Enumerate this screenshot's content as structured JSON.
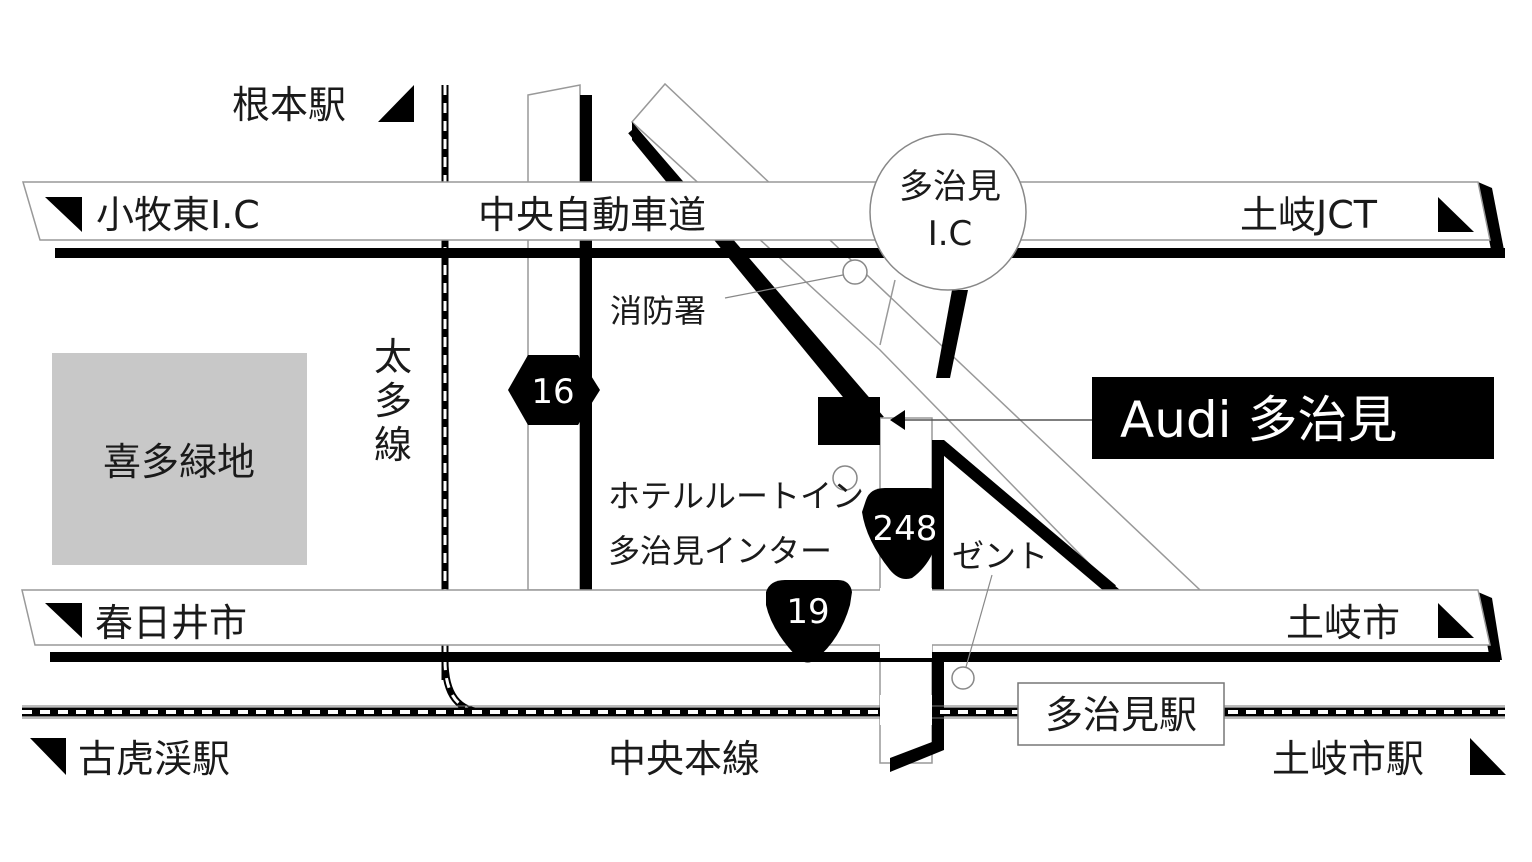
{
  "map": {
    "title": "Audi 多治見 アクセスマップ",
    "colors": {
      "road_fill": "#ffffff",
      "road_shadow": "#000000",
      "park_fill": "#c8c8c8",
      "text": "#1a1a1a",
      "highlight_bg": "#000000",
      "highlight_text": "#ffffff"
    },
    "highway": {
      "name": "中央自動車道",
      "west_label": "小牧東I.C",
      "east_label": "土岐JCT",
      "interchange": "多治見\nI.C",
      "interchange_line1": "多治見",
      "interchange_line2": "I.C"
    },
    "national_road": {
      "west_label": "春日井市",
      "east_label": "土岐市"
    },
    "railway": {
      "name": "中央本線",
      "west_label": "古虎渓駅",
      "east_label": "土岐市駅",
      "station": "多治見駅"
    },
    "local_line": {
      "name": "太多線",
      "chars": [
        "太",
        "多",
        "線"
      ],
      "north_label": "根本駅"
    },
    "route_shields": [
      {
        "number": "16",
        "shape": "hexagon"
      },
      {
        "number": "248",
        "shape": "inverted-triangle"
      },
      {
        "number": "19",
        "shape": "inverted-triangle"
      }
    ],
    "park": "喜多緑地",
    "landmarks": {
      "fire_station": "消防署",
      "hotel_line1": "ホテルルートイン",
      "hotel_line2": "多治見インター",
      "zent": "ゼント"
    },
    "destination": {
      "label": "Audi 多治見"
    }
  }
}
